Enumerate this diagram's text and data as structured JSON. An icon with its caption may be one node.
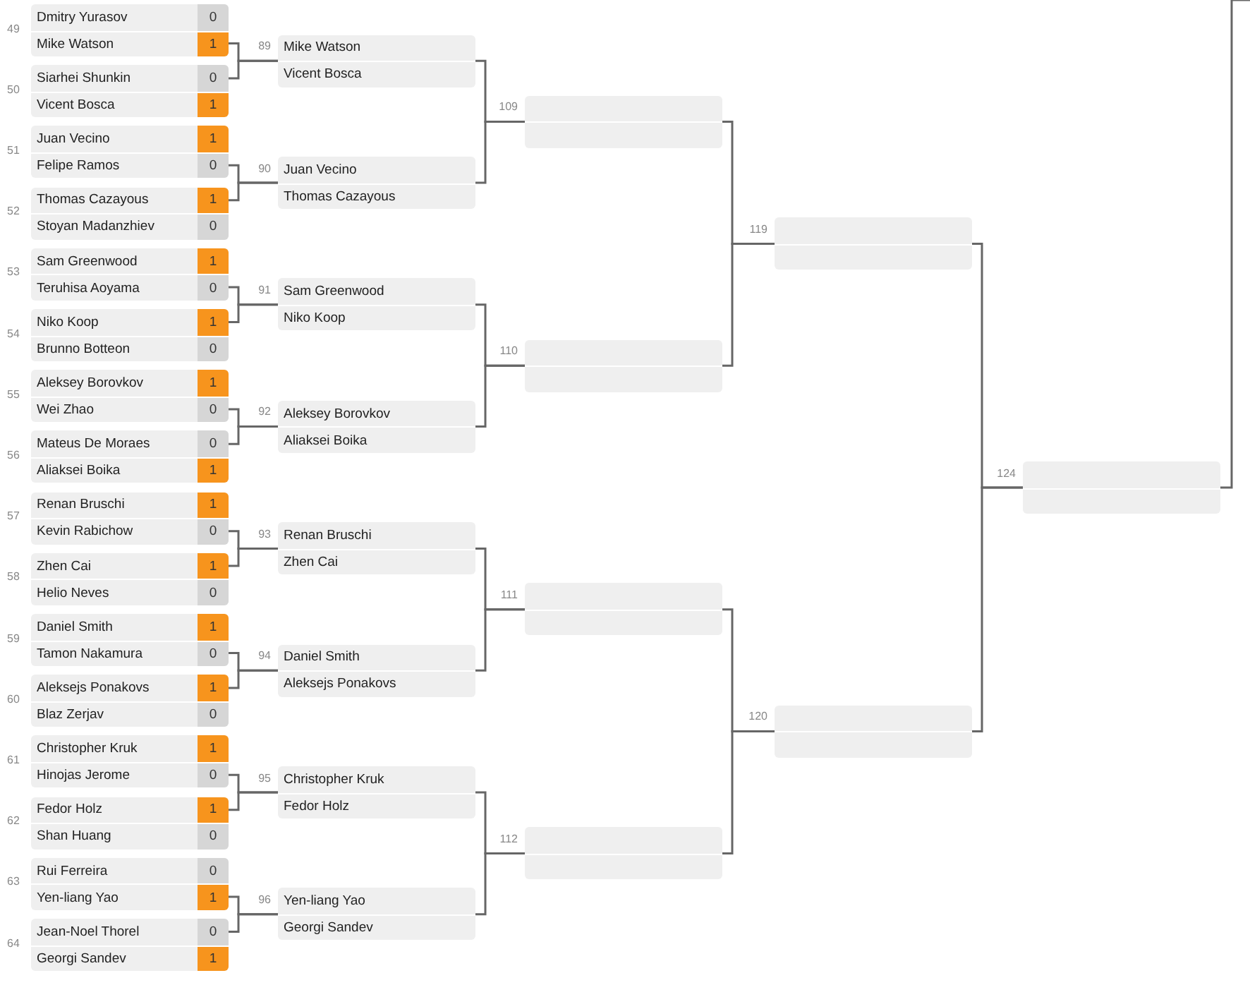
{
  "diagram": {
    "nodes": [
      {
        "text": [
          "Dmitry Yurasov",
          "0",
          "Mike Watson",
          "1"
        ],
        "beside": [
          "49"
        ]
      },
      {
        "text": [
          "Siarhei Shunkin",
          "0",
          "Vicent Bosca",
          "1"
        ],
        "beside": [
          "50"
        ]
      },
      {
        "text": [
          "Juan Vecino",
          "1",
          "Felipe Ramos",
          "0"
        ],
        "beside": [
          "51"
        ]
      },
      {
        "text": [
          "Thomas Cazayous",
          "1",
          "Stoyan Madanzhiev",
          "0"
        ],
        "beside": [
          "52"
        ]
      },
      {
        "text": [
          "Sam Greenwood",
          "1",
          "Teruhisa Aoyama",
          "0"
        ],
        "beside": [
          "53"
        ]
      },
      {
        "text": [
          "Niko Koop",
          "1",
          "Brunno Botteon",
          "0"
        ],
        "beside": [
          "54"
        ]
      },
      {
        "text": [
          "Aleksey Borovkov",
          "1",
          "Wei Zhao",
          "0"
        ],
        "beside": [
          "55"
        ]
      },
      {
        "text": [
          "Mateus De Moraes",
          "0",
          "Aliaksei Boika",
          "1"
        ],
        "beside": [
          "56"
        ]
      },
      {
        "text": [
          "Renan Bruschi",
          "1",
          "Kevin Rabichow",
          "0"
        ],
        "beside": [
          "57"
        ]
      },
      {
        "text": [
          "Zhen Cai",
          "1",
          "Helio Neves",
          "0"
        ],
        "beside": [
          "58"
        ]
      },
      {
        "text": [
          "Daniel Smith",
          "1",
          "Tamon Nakamura",
          "0"
        ],
        "beside": [
          "59"
        ]
      },
      {
        "text": [
          "Aleksejs Ponakovs",
          "1",
          "Blaz Zerjav",
          "0"
        ],
        "beside": [
          "60"
        ]
      },
      {
        "text": [
          "Christopher Kruk",
          "1",
          "Hinojas Jerome",
          "0"
        ],
        "beside": [
          "61"
        ]
      },
      {
        "text": [
          "Fedor Holz",
          "1",
          "Shan Huang",
          "0"
        ],
        "beside": [
          "62"
        ]
      },
      {
        "text": [
          "Rui Ferreira",
          "0",
          "Yen-liang Yao",
          "1"
        ],
        "beside": [
          "63"
        ]
      },
      {
        "text": [
          "Jean-Noel Thorel",
          "0",
          "Georgi Sandev",
          "1"
        ],
        "beside": [
          "64"
        ]
      },
      {
        "text": [
          "Mike Watson",
          "Vicent Bosca"
        ],
        "beside": [
          "89"
        ]
      },
      {
        "text": [
          "Juan Vecino",
          "Thomas Cazayous"
        ],
        "beside": [
          "90"
        ]
      },
      {
        "text": [
          "Sam Greenwood",
          "Niko Koop"
        ],
        "beside": [
          "91"
        ]
      },
      {
        "text": [
          "Aleksey Borovkov",
          "Aliaksei Boika"
        ],
        "beside": [
          "92"
        ]
      },
      {
        "text": [
          "Renan Bruschi",
          "Zhen Cai"
        ],
        "beside": [
          "93"
        ]
      },
      {
        "text": [
          "Daniel Smith",
          "Aleksejs Ponakovs"
        ],
        "beside": [
          "94"
        ]
      },
      {
        "text": [
          "Christopher Kruk",
          "Fedor Holz"
        ],
        "beside": [
          "95"
        ]
      },
      {
        "text": [
          "Yen-liang Yao",
          "Georgi Sandev"
        ],
        "beside": [
          "96"
        ]
      },
      {
        "text": [],
        "shape": "box",
        "beside": [
          "109"
        ]
      },
      {
        "text": [],
        "shape": "box",
        "beside": [
          "110"
        ]
      },
      {
        "text": [],
        "shape": "box",
        "beside": [
          "111"
        ]
      },
      {
        "text": [],
        "shape": "box",
        "beside": [
          "112"
        ]
      },
      {
        "text": [],
        "shape": "box",
        "beside": [
          "119"
        ]
      },
      {
        "text": [],
        "shape": "box",
        "beside": [
          "120"
        ]
      },
      {
        "text": [],
        "shape": "box",
        "beside": [
          "124"
        ]
      }
    ],
    "edges": [
      {
        "from": 0,
        "to": 16,
        "arrow": "none"
      },
      {
        "from": 1,
        "to": 16,
        "arrow": "none"
      },
      {
        "from": 2,
        "to": 17,
        "arrow": "none"
      },
      {
        "from": 3,
        "to": 17,
        "arrow": "none"
      },
      {
        "from": 4,
        "to": 18,
        "arrow": "none"
      },
      {
        "from": 5,
        "to": 18,
        "arrow": "none"
      },
      {
        "from": 6,
        "to": 19,
        "arrow": "none"
      },
      {
        "from": 7,
        "to": 19,
        "arrow": "none"
      },
      {
        "from": 8,
        "to": 20,
        "arrow": "none"
      },
      {
        "from": 9,
        "to": 20,
        "arrow": "none"
      },
      {
        "from": 10,
        "to": 21,
        "arrow": "none"
      },
      {
        "from": 11,
        "to": 21,
        "arrow": "none"
      },
      {
        "from": 12,
        "to": 22,
        "arrow": "none"
      },
      {
        "from": 13,
        "to": 22,
        "arrow": "none"
      },
      {
        "from": 14,
        "to": 23,
        "arrow": "none"
      },
      {
        "from": 15,
        "to": 23,
        "arrow": "none"
      },
      {
        "from": 16,
        "to": 24,
        "arrow": "none"
      },
      {
        "from": 17,
        "to": 24,
        "arrow": "none"
      },
      {
        "from": 18,
        "to": 25,
        "arrow": "none"
      },
      {
        "from": 19,
        "to": 25,
        "arrow": "none"
      },
      {
        "from": 20,
        "to": 26,
        "arrow": "none"
      },
      {
        "from": 21,
        "to": 26,
        "arrow": "none"
      },
      {
        "from": 22,
        "to": 27,
        "arrow": "none"
      },
      {
        "from": 23,
        "to": 27,
        "arrow": "none"
      },
      {
        "from": 24,
        "to": 28,
        "arrow": "none"
      },
      {
        "from": 25,
        "to": 28,
        "arrow": "none"
      },
      {
        "from": 26,
        "to": 29,
        "arrow": "none"
      },
      {
        "from": 27,
        "to": 29,
        "arrow": "none"
      },
      {
        "from": 28,
        "to": 30,
        "arrow": "none"
      },
      {
        "from": 29,
        "to": 30,
        "arrow": "none"
      },
      {
        "from": 30,
        "to": null,
        "arrow": "none"
      }
    ]
  }
}
